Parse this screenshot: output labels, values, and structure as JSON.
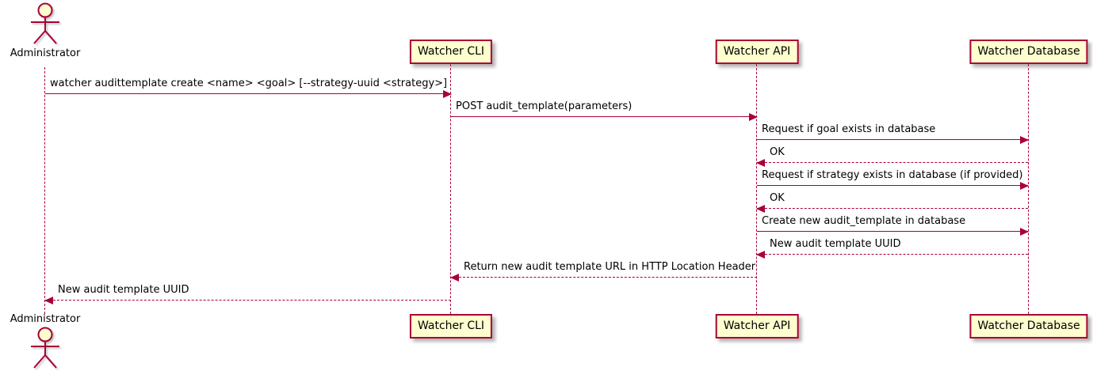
{
  "diagram_type": "uml-sequence-diagram",
  "colors": {
    "accent": "#A80036",
    "participant_fill": "#FEFECE",
    "text": "#000000",
    "background": "#FFFFFF"
  },
  "actor": {
    "label": "Administrator"
  },
  "participants": [
    {
      "label": "Watcher CLI"
    },
    {
      "label": "Watcher API"
    },
    {
      "label": "Watcher Database"
    }
  ],
  "messages": [
    {
      "text": "watcher audittemplate create <name> <goal> [--strategy-uuid <strategy>]",
      "from": "Administrator",
      "to": "Watcher CLI",
      "style": "solid",
      "direction": "right"
    },
    {
      "text": "POST audit_template(parameters)",
      "from": "Watcher CLI",
      "to": "Watcher API",
      "style": "solid",
      "direction": "right"
    },
    {
      "text": "Request if goal exists in database",
      "from": "Watcher API",
      "to": "Watcher Database",
      "style": "solid",
      "direction": "right"
    },
    {
      "text": "OK",
      "from": "Watcher Database",
      "to": "Watcher API",
      "style": "dotted",
      "direction": "left"
    },
    {
      "text": "Request if strategy exists in database (if provided)",
      "from": "Watcher API",
      "to": "Watcher Database",
      "style": "solid",
      "direction": "right"
    },
    {
      "text": "OK",
      "from": "Watcher Database",
      "to": "Watcher API",
      "style": "dotted",
      "direction": "left"
    },
    {
      "text": "Create new audit_template in database",
      "from": "Watcher API",
      "to": "Watcher Database",
      "style": "solid",
      "direction": "right"
    },
    {
      "text": "New audit template UUID",
      "from": "Watcher Database",
      "to": "Watcher API",
      "style": "dotted",
      "direction": "left"
    },
    {
      "text": "Return new audit template URL in HTTP Location Header",
      "from": "Watcher API",
      "to": "Watcher CLI",
      "style": "dotted",
      "direction": "left"
    },
    {
      "text": "New audit template UUID",
      "from": "Watcher CLI",
      "to": "Administrator",
      "style": "dotted",
      "direction": "left"
    }
  ]
}
